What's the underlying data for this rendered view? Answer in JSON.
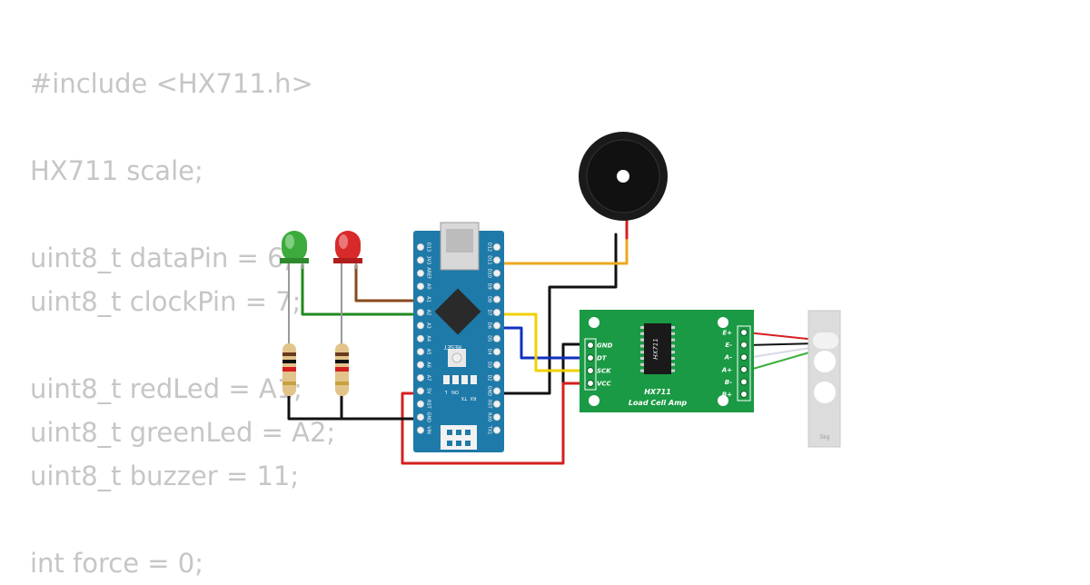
{
  "code_lines": [
    "#include <HX711.h>",
    "",
    "HX711 scale;",
    "",
    "uint8_t dataPin = 6;",
    "uint8_t clockPin = 7;",
    "",
    "uint8_t redLed = A1;",
    "uint8_t greenLed = A2;",
    "uint8_t buzzer = 11;",
    "",
    "int force = 0;"
  ],
  "arduino": {
    "pins_left": [
      "D13",
      "3V3",
      "AREF",
      "A0",
      "A1",
      "A2",
      "A3",
      "A4",
      "A5",
      "A6",
      "A7",
      "5V",
      "RST",
      "GND",
      "VIN"
    ],
    "pins_right": [
      "D12",
      "D11",
      "D10",
      "D9",
      "D8",
      "D7",
      "D6",
      "D5",
      "D4",
      "D3",
      "D2",
      "GND",
      "RST",
      "RX0",
      "TX1"
    ],
    "reset_label": "RESET",
    "led_labels": [
      "L",
      "ON",
      "TX",
      "RX"
    ]
  },
  "hx711": {
    "pins_left": [
      "GND",
      "DT",
      "SCK",
      "VCC"
    ],
    "pins_right": [
      "E+",
      "E-",
      "A-",
      "A+",
      "B-",
      "B+"
    ],
    "chip_label": "HX711",
    "board_label_1": "HX711",
    "board_label_2": "Load Cell Amp"
  },
  "load_cell": {
    "label": "5kg"
  },
  "colors": {
    "code_text": "#c6c6c6",
    "arduino_board": "#1e7aa8",
    "hx711_board": "#1a9a44",
    "wire_black": "#111111",
    "wire_red": "#d42020",
    "wire_yellow": "#f2d000",
    "wire_blue": "#1030c0",
    "wire_orange": "#eda820",
    "wire_green": "#1f8a1f",
    "wire_brown": "#8a4a1c",
    "wire_white": "#d8d8e8",
    "led_green": "#3cab3c",
    "led_red": "#d82a2a"
  }
}
